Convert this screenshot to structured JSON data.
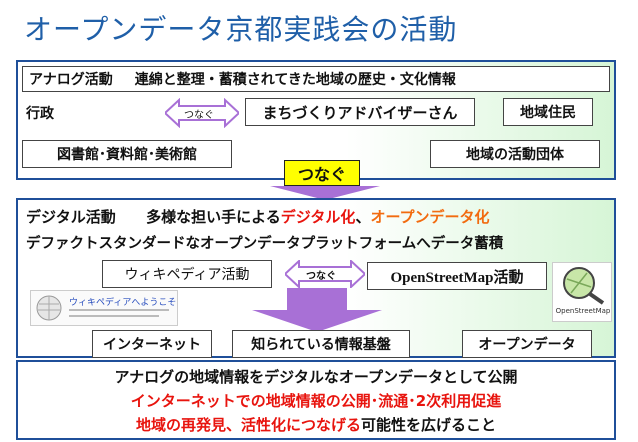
{
  "title": "オープンデータ京都実践会の活動",
  "analog": {
    "heading": "アナログ活動",
    "description": "連綿と整理・蓄積されてきた地域の歴史・文化情報",
    "gyosei": "行政",
    "tsunagu_small": "つなぐ",
    "advisor": "まちづくりアドバイザーさん",
    "residents": "地域住民",
    "libraries": "図書館･資料館･美術館",
    "groups": "地域の活動団体"
  },
  "connector_label": "つなぐ",
  "digital": {
    "heading": "デジタル活動",
    "line1_a": "多様な担い手による",
    "line1_b": "デジタル化",
    "line1_c": "、",
    "line1_d": "オープンデータ化",
    "line2": "デファクトスタンダードなオープンデータプラットフォームへデータ蓄積",
    "wikipedia": "ウィキペディア活動",
    "tsunagu_small": "つなぐ",
    "osm": "OpenStreetMap活動",
    "wiki_thumb_text": "ウィキペディアへようこそ",
    "osm_thumb_text": "OpenStreetMap",
    "internet": "インターネット",
    "known_info": "知られている情報基盤",
    "opendata": "オープンデータ"
  },
  "bottom": {
    "line1": "アナログの地域情報をデジタルなオープンデータとして公開",
    "line2": "インターネットでの地域情報の公開･流通･2次利用促進",
    "line3_a": "地域の再発見、活性化につなげる",
    "line3_b": "可能性を広げること"
  },
  "colors": {
    "title": "#1f5fa8",
    "border": "#1f4f99",
    "arrow_fill": "#a870d6",
    "highlight_red": "#e8140e",
    "highlight_orange": "#f26b0f",
    "connector_box": "#ffff00"
  }
}
